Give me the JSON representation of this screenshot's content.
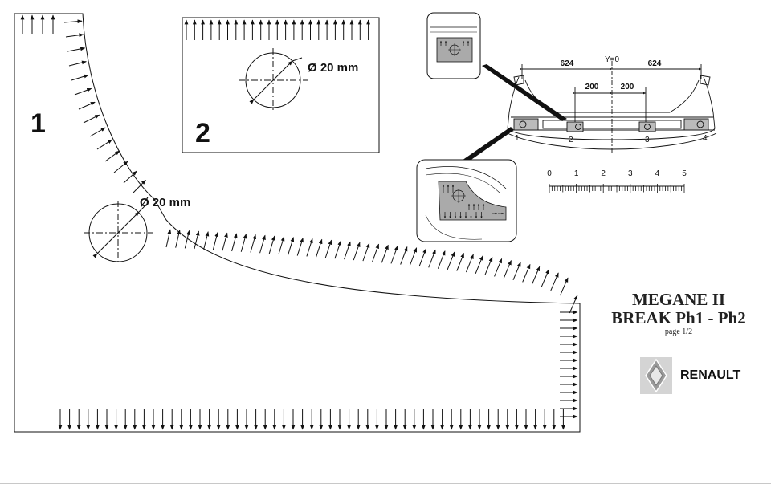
{
  "template_1": {
    "number": "1",
    "hole_label": "Ø 20 mm"
  },
  "template_2": {
    "number": "2",
    "hole_label": "Ø 20 mm"
  },
  "bumper": {
    "dim_left": "624",
    "dim_center": "Y=0",
    "dim_right": "624",
    "dim_inner_left": "200",
    "dim_inner_right": "200",
    "positions": [
      "1",
      "2",
      "3",
      "4"
    ]
  },
  "scale": {
    "ticks": [
      "0",
      "1",
      "2",
      "3",
      "4",
      "5"
    ]
  },
  "title": {
    "line1": "MEGANE II",
    "line2": "BREAK Ph1 - Ph2",
    "page": "page 1/2"
  },
  "brand": {
    "name": "RENAULT"
  }
}
